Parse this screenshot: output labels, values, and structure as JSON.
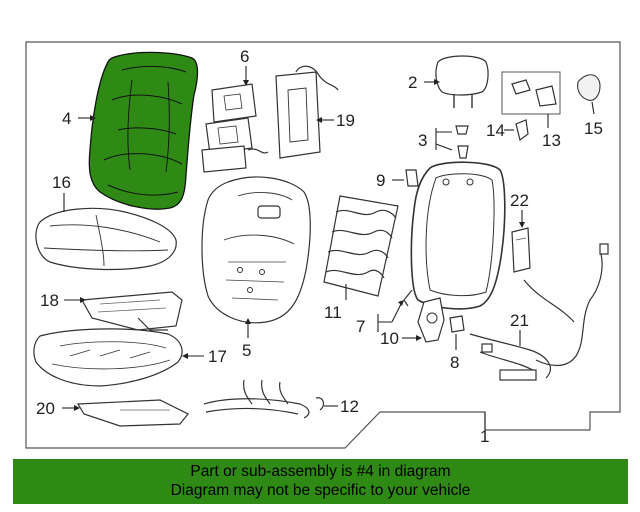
{
  "callouts": {
    "c1": "1",
    "c2": "2",
    "c3": "3",
    "c4": "4",
    "c5": "5",
    "c6": "6",
    "c7": "7",
    "c8": "8",
    "c9": "9",
    "c10": "10",
    "c11": "11",
    "c12": "12",
    "c13": "13",
    "c14": "14",
    "c15": "15",
    "c16": "16",
    "c17": "17",
    "c18": "18",
    "c19": "19",
    "c20": "20",
    "c21": "21",
    "c22": "22"
  },
  "highlight_color": "#2f8a15",
  "banner": {
    "line1": "Part or sub-assembly is #4 in diagram",
    "line2": "Diagram may not be specific to your vehicle"
  }
}
